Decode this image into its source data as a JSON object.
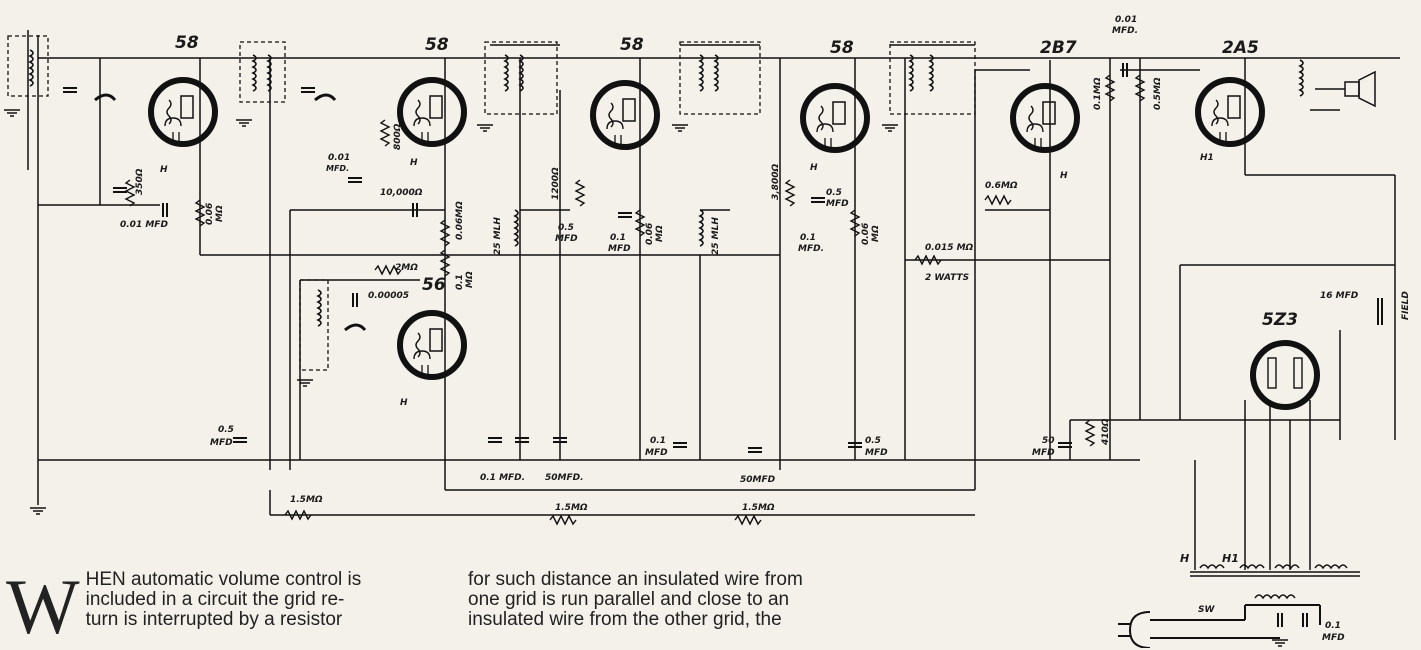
{
  "schematic": {
    "tubes": [
      "58",
      "58",
      "58",
      "58",
      "2B7",
      "2A5",
      "56",
      "5Z3"
    ],
    "labels": {
      "c_001_top": "0.01",
      "c_001_top_unit": "MFD.",
      "r_350": "350Ω",
      "c_001_mfd": "0.01 MFD",
      "r_006_1": "0.06",
      "r_006_1_unit": "MΩ",
      "c_001_a": "0.01",
      "c_001_a_unit": "MFD.",
      "r_800": "800Ω",
      "r_10000": "10,000Ω",
      "r_006mr": "0.06MΩ",
      "r_01mr": "0.1",
      "r_01mr_unit": "MΩ",
      "r_2mr": "2MΩ",
      "c_000005": "0.00005",
      "choke_25mlh_1": "25 MLH",
      "r_1200": "1200Ω",
      "c_05mfd_a": "0.5",
      "c_05mfd_a_unit": "MFD",
      "c_01mfd_a": "0.1",
      "c_01mfd_a_unit": "MFD",
      "r_006_2": "0.06",
      "r_006_2_unit": "MΩ",
      "choke_25mlh_2": "25 MLH",
      "r_3800": "3,800Ω",
      "c_05mfd_b": "0.5",
      "c_05mfd_b_unit": "MFD",
      "c_01mfd_b": "0.1",
      "c_01mfd_b_unit": "MFD.",
      "r_006_3": "0.06",
      "r_006_3_unit": "MΩ",
      "r_0015": "0.015 MΩ",
      "r_0015_watts": "2 WATTS",
      "r_06mr": "0.6MΩ",
      "r_01mr_b": "0.1MΩ",
      "c_001_mfd_top": "0.01",
      "c_001_mfd_top_unit": "MFD.",
      "r_05mr": "0.5MΩ",
      "c_16mfd": "16 MFD",
      "field": "FIELD",
      "c_05mfd_c": "0.5",
      "c_05mfd_c_unit": "MFD",
      "c_01mfd_c": "0.1 MFD.",
      "c_50mfd_a": "50MFD.",
      "c_01mfd_d": "0.1",
      "c_01mfd_d_unit": "MFD",
      "c_50mfd_b": "50MFD",
      "c_05mfd_d": "0.5",
      "c_05mfd_d_unit": "MFD",
      "c_50mfd_c": "50",
      "c_50mfd_c_unit": "MFD",
      "r_410": "410Ω",
      "r_15m_a": "1.5MΩ",
      "r_15m_b": "1.5MΩ",
      "r_15m_c": "1.5MΩ",
      "h_1": "H",
      "h_2": "H",
      "h_3": "H",
      "h_4": "H",
      "h_5": "H",
      "h1_a": "H1",
      "h_bot": "H",
      "h1_bot": "H1",
      "sw": "SW",
      "c_01_bot": "0.1",
      "c_01_bot_unit": "MFD"
    }
  },
  "article": {
    "col1_dropcap": "W",
    "col1_line1": "HEN automatic volume control is",
    "col1_line2": "included in a circuit the grid re-",
    "col1_line3": "turn is interrupted by a resistor",
    "col2_line1": "for such distance an insulated wire from",
    "col2_line2": "one grid is run parallel and close to an",
    "col2_line3": "insulated wire from the other grid, the"
  }
}
